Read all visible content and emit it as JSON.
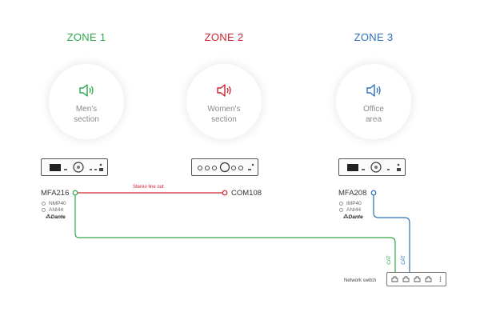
{
  "zones": [
    {
      "title": "ZONE 1",
      "color": "#2ea84a",
      "label": "Men's\nsection",
      "icon": "speaker-icon"
    },
    {
      "title": "ZONE 2",
      "color": "#d3202f",
      "label": "Women's\nsection",
      "icon": "speaker-icon"
    },
    {
      "title": "ZONE 3",
      "color": "#2d6fb8",
      "label": "Office\narea",
      "icon": "speaker-icon"
    }
  ],
  "devices": {
    "mfa216": {
      "name": "MFA216",
      "options": [
        "NMP40",
        "ANI44"
      ],
      "brand": "Dante"
    },
    "com108": {
      "name": "COM108"
    },
    "mfa208": {
      "name": "MFA208",
      "options": [
        "IMP40",
        "ANI44"
      ],
      "brand": "Dante"
    }
  },
  "connections": {
    "stereo_label": "Stereo line out",
    "cat_label": "CAT",
    "switch_label": "Network switch"
  },
  "colors": {
    "zone1": "#2ea84a",
    "zone2": "#d3202f",
    "zone3": "#2d6fb8"
  }
}
